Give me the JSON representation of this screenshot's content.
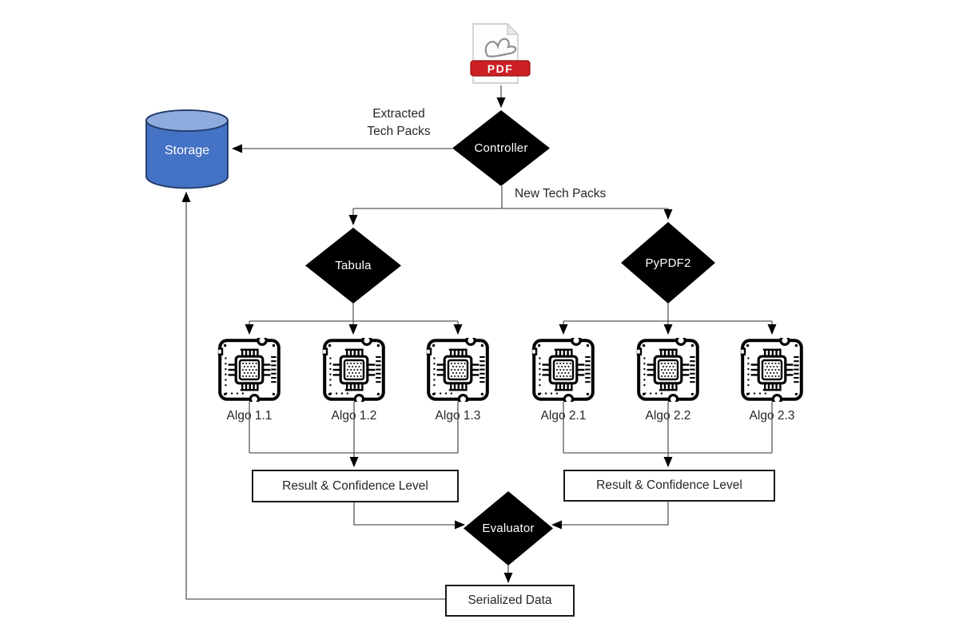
{
  "pdf": {
    "label": "PDF"
  },
  "nodes": {
    "storage": "Storage",
    "controller": "Controller",
    "tabula": "Tabula",
    "pypdf2": "PyPDF2",
    "evaluator": "Evaluator",
    "result_left": "Result & Confidence Level",
    "result_right": "Result & Confidence Level",
    "serialized_data": "Serialized Data"
  },
  "edge_labels": {
    "extracted_line1": "Extracted",
    "extracted_line2": "Tech Packs",
    "new_tech_packs": "New Tech Packs"
  },
  "algo_groups": {
    "tabula": [
      "Algo 1.1",
      "Algo 1.2",
      "Algo 1.3"
    ],
    "pypdf2": [
      "Algo 2.1",
      "Algo 2.2",
      "Algo 2.3"
    ]
  },
  "colors": {
    "storage_body": "#4472C4",
    "storage_top": "#8FAADC",
    "storage_outline": "#1F3864",
    "diamond_fill": "#000000",
    "box_border": "#1A1A1A",
    "pdf_banner": "#CC1F26",
    "connector": "#595959",
    "arrowhead": "#000000"
  }
}
